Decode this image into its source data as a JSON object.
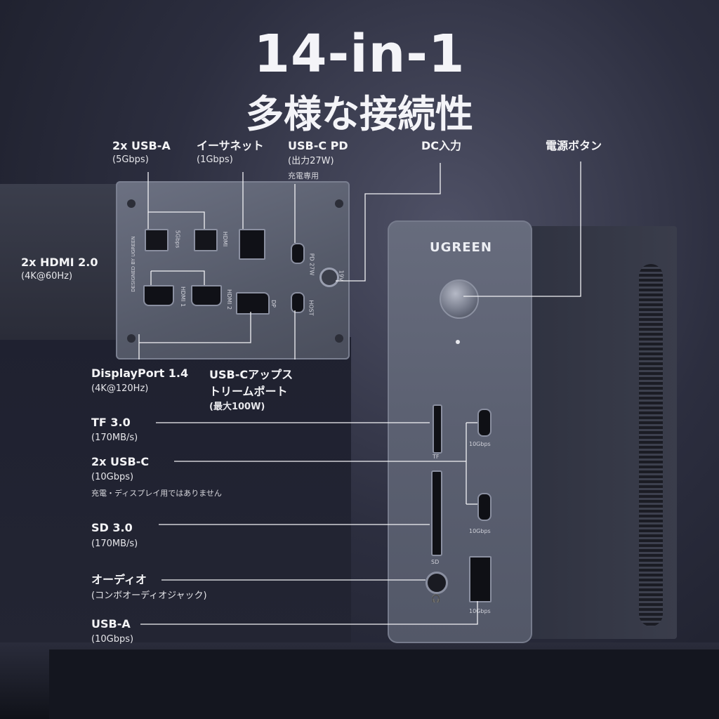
{
  "headline": {
    "line1": "14-in-1",
    "line2": "多様な接続性"
  },
  "brand": "UGREEN",
  "rear_panel": {
    "side_text": "DESIGNED BY UGREEN",
    "port_labels": {
      "gbps5": "5Gbps",
      "hdmi": "HDMI",
      "hdmi1": "HDMI 1",
      "hdmi2": "HDMI 2",
      "dp": "DP",
      "pd": "PD 27W",
      "host": "HOST",
      "dc": "19V"
    }
  },
  "front_panel": {
    "tf": "TF",
    "sd": "SD",
    "c1": "10Gbps",
    "c2": "10Gbps",
    "a": "10Gbps"
  },
  "callouts": {
    "usb_a_rear": {
      "title": "2x USB-A",
      "sub": "(5Gbps)"
    },
    "ethernet": {
      "title": "イーサネット",
      "sub": "(1Gbps)"
    },
    "usbc_pd": {
      "title": "USB-C PD",
      "sub": "(出力27W)",
      "note": "充電専用"
    },
    "dc_in": {
      "title": "DC入力"
    },
    "power": {
      "title": "電源ボタン"
    },
    "hdmi": {
      "title": "2x HDMI 2.0",
      "sub": "(4K@60Hz)"
    },
    "displayport": {
      "title": "DisplayPort 1.4",
      "sub": "(4K@120Hz)"
    },
    "usbc_up": {
      "title1": "USB-Cアップス",
      "title2": "トリームポート",
      "sub": "(最大100W)"
    },
    "tf": {
      "title": "TF 3.0",
      "sub": "(170MB/s)"
    },
    "usbc_front": {
      "title": "2x USB-C",
      "sub": "(10Gbps)",
      "note": "充電・ディスプレイ用ではありません"
    },
    "sd": {
      "title": "SD 3.0",
      "sub": "(170MB/s)"
    },
    "audio": {
      "title": "オーディオ",
      "sub": "(コンボオーディオジャック)"
    },
    "usb_a_front": {
      "title": "USB-A",
      "sub": "(10Gbps)"
    }
  },
  "colors": {
    "background": "#262838",
    "device": "#5e6373",
    "accent_text": "#f4f4f6"
  }
}
